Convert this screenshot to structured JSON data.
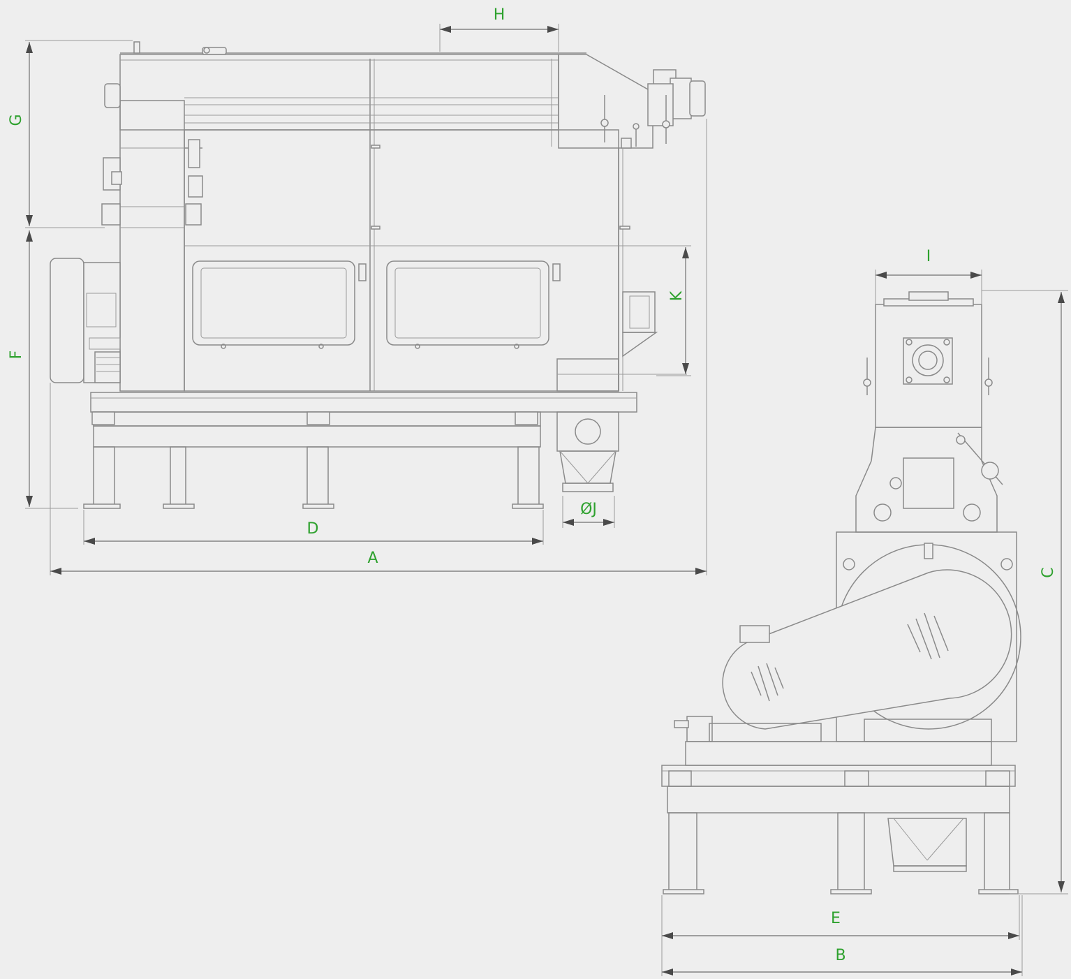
{
  "colors": {
    "background": "#eeeeee",
    "line": "#8a8a8a",
    "dimension_line": "#6f6f6f",
    "dimension_label": "#2ea12e"
  },
  "dimensions": {
    "A": "A",
    "B": "B",
    "C": "C",
    "D": "D",
    "E": "E",
    "F": "F",
    "G": "G",
    "H": "H",
    "I": "I",
    "J": "ØJ",
    "K": "K"
  }
}
